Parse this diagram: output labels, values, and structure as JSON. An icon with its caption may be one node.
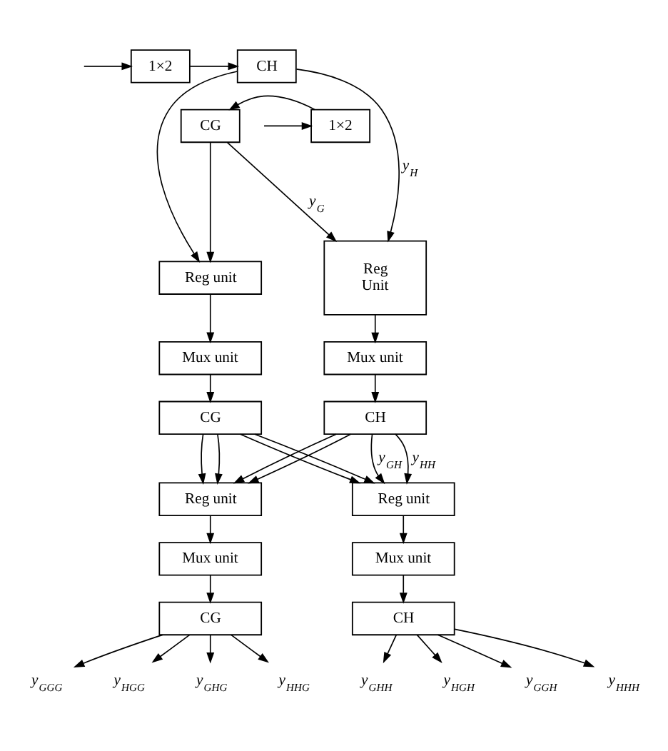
{
  "diagram": {
    "nodes": [
      {
        "text": [
          "1×2"
        ]
      },
      {
        "text": [
          "CH"
        ]
      },
      {
        "text": [
          "1×2"
        ]
      },
      {
        "text": [
          "CG"
        ]
      },
      {
        "text": [
          "Reg Unit"
        ]
      },
      {
        "text": [
          "Reg unit"
        ]
      },
      {
        "text": [
          "Mux unit"
        ]
      },
      {
        "text": [
          "Mux unit"
        ]
      },
      {
        "text": [
          "CH"
        ]
      },
      {
        "text": [
          "CG"
        ]
      },
      {
        "text": [
          "Reg unit"
        ]
      },
      {
        "text": [
          "Reg unit"
        ]
      },
      {
        "text": [
          "Mux unit"
        ]
      },
      {
        "text": [
          "Mux unit"
        ]
      },
      {
        "text": [
          "CG"
        ]
      },
      {
        "text": [
          "CH"
        ]
      },
      {
        "text": [
          "y$_{GGG}$"
        ]
      },
      {
        "text": [
          "y$_{HGG}$"
        ]
      },
      {
        "text": [
          "y$_{GHG}$"
        ]
      },
      {
        "text": [
          "y$_{HHG}$"
        ]
      },
      {
        "text": [
          "y$_{GHH}$"
        ]
      },
      {
        "text": [
          "y$_{HGH}$"
        ]
      },
      {
        "text": [
          "y$_{GGH}$"
        ]
      },
      {
        "text": [
          "y$_{HHH}$"
        ]
      }
    ],
    "edges": [
      {
        "from": null,
        "to": 0,
        "arrow": "to"
      },
      {
        "from": null,
        "to": 2,
        "arrow": "to"
      },
      {
        "from": 0,
        "to": 1,
        "arrow": "to"
      },
      {
        "from": 2,
        "to": 3,
        "arrow": "to"
      },
      {
        "from": 1,
        "to": 4,
        "arrow": "to",
        "label": "y$_{H}$"
      },
      {
        "from": 1,
        "to": 5,
        "arrow": "to"
      },
      {
        "from": 3,
        "to": 4,
        "arrow": "to",
        "label": "y$_{G}$"
      },
      {
        "from": 3,
        "to": 5,
        "arrow": "to"
      },
      {
        "from": 4,
        "to": 6,
        "arrow": "to"
      },
      {
        "from": 6,
        "to": 8,
        "arrow": "to"
      },
      {
        "from": 5,
        "to": 7,
        "arrow": "to"
      },
      {
        "from": 7,
        "to": 9,
        "arrow": "to"
      },
      {
        "from": 8,
        "to": 11,
        "arrow": "to",
        "label": "y$_{GH}$"
      },
      {
        "from": 8,
        "to": 10,
        "arrow": "to"
      },
      {
        "from": 8,
        "to": 11,
        "arrow": "to",
        "label": "y$_{HH}$"
      },
      {
        "from": 8,
        "to": 10,
        "arrow": "to"
      },
      {
        "from": 9,
        "to": 10,
        "arrow": "to"
      },
      {
        "from": 9,
        "to": 11,
        "arrow": "to"
      },
      {
        "from": 9,
        "to": 10,
        "arrow": "to"
      },
      {
        "from": 9,
        "to": 11,
        "arrow": "to"
      },
      {
        "from": 10,
        "to": 12,
        "arrow": "to"
      },
      {
        "from": 12,
        "to": 14,
        "arrow": "to"
      },
      {
        "from": 11,
        "to": 13,
        "arrow": "to"
      },
      {
        "from": 13,
        "to": 15,
        "arrow": "to"
      },
      {
        "from": 14,
        "to": 16,
        "arrow": "to"
      },
      {
        "from": 14,
        "to": 17,
        "arrow": "to"
      },
      {
        "from": 14,
        "to": 18,
        "arrow": "to"
      },
      {
        "from": 14,
        "to": 19,
        "arrow": "to"
      },
      {
        "from": 15,
        "to": 20,
        "arrow": "to"
      },
      {
        "from": 15,
        "to": 21,
        "arrow": "to"
      },
      {
        "from": 15,
        "to": 22,
        "arrow": "to"
      },
      {
        "from": 15,
        "to": 23,
        "arrow": "to"
      }
    ]
  }
}
